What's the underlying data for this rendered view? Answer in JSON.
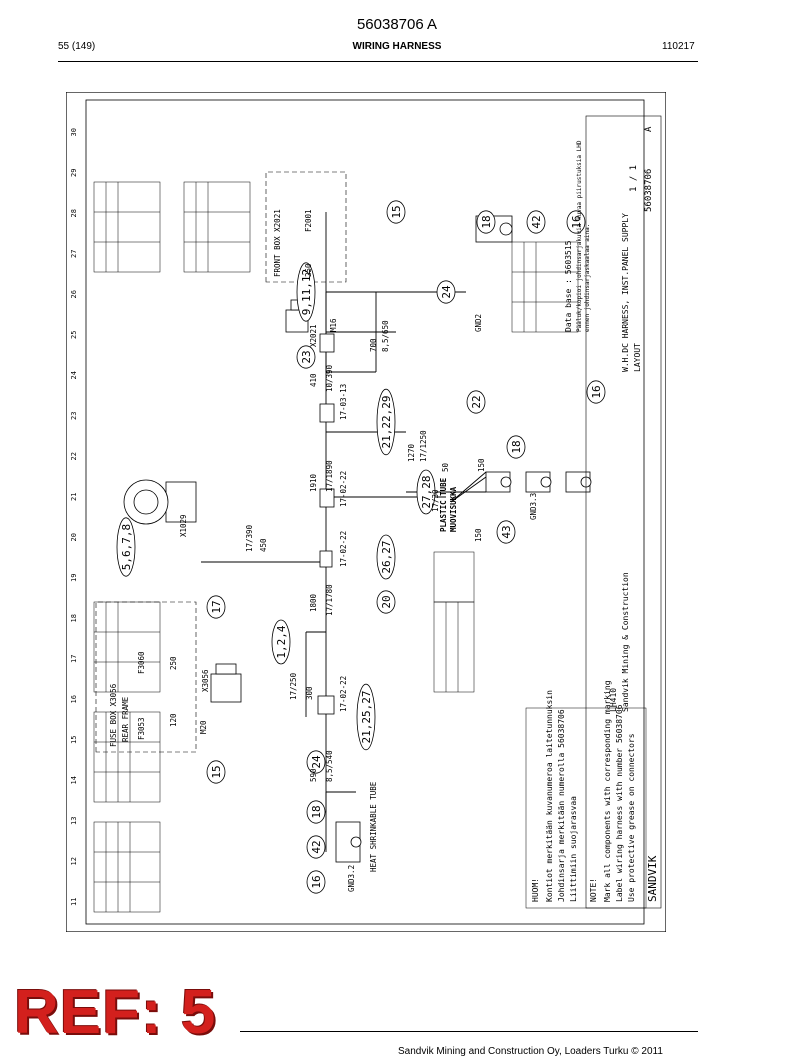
{
  "header": {
    "doc_number": "56038706 A",
    "page": "55 (149)",
    "title": "WIRING HARNESS",
    "date": "110217"
  },
  "stamp": {
    "text": "REF: 5"
  },
  "footer": {
    "text": "Sandvik Mining and Construction Oy, Loaders Turku © 2011"
  },
  "drawing": {
    "columns": [
      "11",
      "12",
      "13",
      "14",
      "15",
      "16",
      "17",
      "18",
      "19",
      "20",
      "21",
      "22",
      "23",
      "24",
      "25",
      "26",
      "27",
      "28",
      "29",
      "30"
    ],
    "balloons": {
      "b16a": "16",
      "b42a": "42",
      "b18a": "18",
      "b24a": "24",
      "b15a": "15",
      "b17": "17",
      "b124": "1,2,4",
      "b212527": "21,25,27",
      "b20": "20",
      "b2627": "26,27",
      "b5678": "5,6,7,8",
      "b2728": "27,28",
      "b43": "43",
      "b18b": "18",
      "b16b": "16",
      "b22": "22",
      "b212229": "21,22,29",
      "b23": "23",
      "b91112": "9,11,12",
      "b24b": "24",
      "b15b": "15",
      "b18c": "18",
      "b42b": "42",
      "b16c": "16"
    },
    "labels": {
      "gnd32": "GND3.2",
      "heat_tube": "HEAT SHRINKABLE TUBE",
      "len590": "590",
      "wire590": "8,5/540",
      "fusebox_rear": "FUSE BOX X3056",
      "rear_frame": "REAR FRAME",
      "f3053": "F3053",
      "f3060": "F3060",
      "x3056": "X3056",
      "m20": "M20",
      "len120": "120",
      "len250a": "250",
      "len300": "300",
      "wire300": "17/250",
      "con1a": "17-02-22",
      "len1800": "1800",
      "wire1800": "17/1780",
      "con2": "17-02-22",
      "len450": "450",
      "wire450": "17/390",
      "x1029": "X1029",
      "len1910": "1910",
      "wire1910": "17/1890",
      "con3": "17-02-22",
      "plastic_tube": "PLASTIC TUBE",
      "muovisukka": "MUOVISUKKA",
      "wire1730": "17/30",
      "len50": "50",
      "len150a": "150",
      "len150b": "150",
      "gnd33": "GND3.3",
      "len1270": "1270",
      "wire1270": "17/1250",
      "con4": "17-03-13",
      "len410": "410",
      "wire410": "10/390",
      "len700": "700",
      "wire700": "8,5/650",
      "fusebox_front": "FRONT BOX X2021",
      "f2001": "F2001",
      "len250b": "250",
      "x2021": "X2021",
      "m16": "M16",
      "gnd2": "GND2"
    },
    "notes": {
      "huom_head": "HUOM!",
      "huom_1": "Kontiot merkitään kuvanumeroa laitetunnuksin",
      "huom_2": "Johdinsarja merkitään numerolla 56038706",
      "huom_3": "Liittimiin suojarasvaa",
      "note_head": "NOTE!",
      "note_1": "Mark all components with corresponding marking",
      "note_2": "Label wiring harness with number 56038706",
      "note_3": "Use protective grease on connectors"
    },
    "title_block": {
      "brand": "SANDVIK",
      "model": "LH410",
      "company": "Sandvik Mining & Construction",
      "description": "W.H.DC HARNESS, INST.PANEL SUPPLY",
      "layout": "LAYOUT",
      "number": "56038706",
      "rev": "A",
      "sheet": "1 / 1",
      "database": "Data base : 5603515",
      "db_text_1": "Pääluk/kopioi johdinsarjakuvia kuvaa piirustuksia LHD",
      "db_text_2": "ennen johdinsarjaskaalaa aina."
    }
  }
}
